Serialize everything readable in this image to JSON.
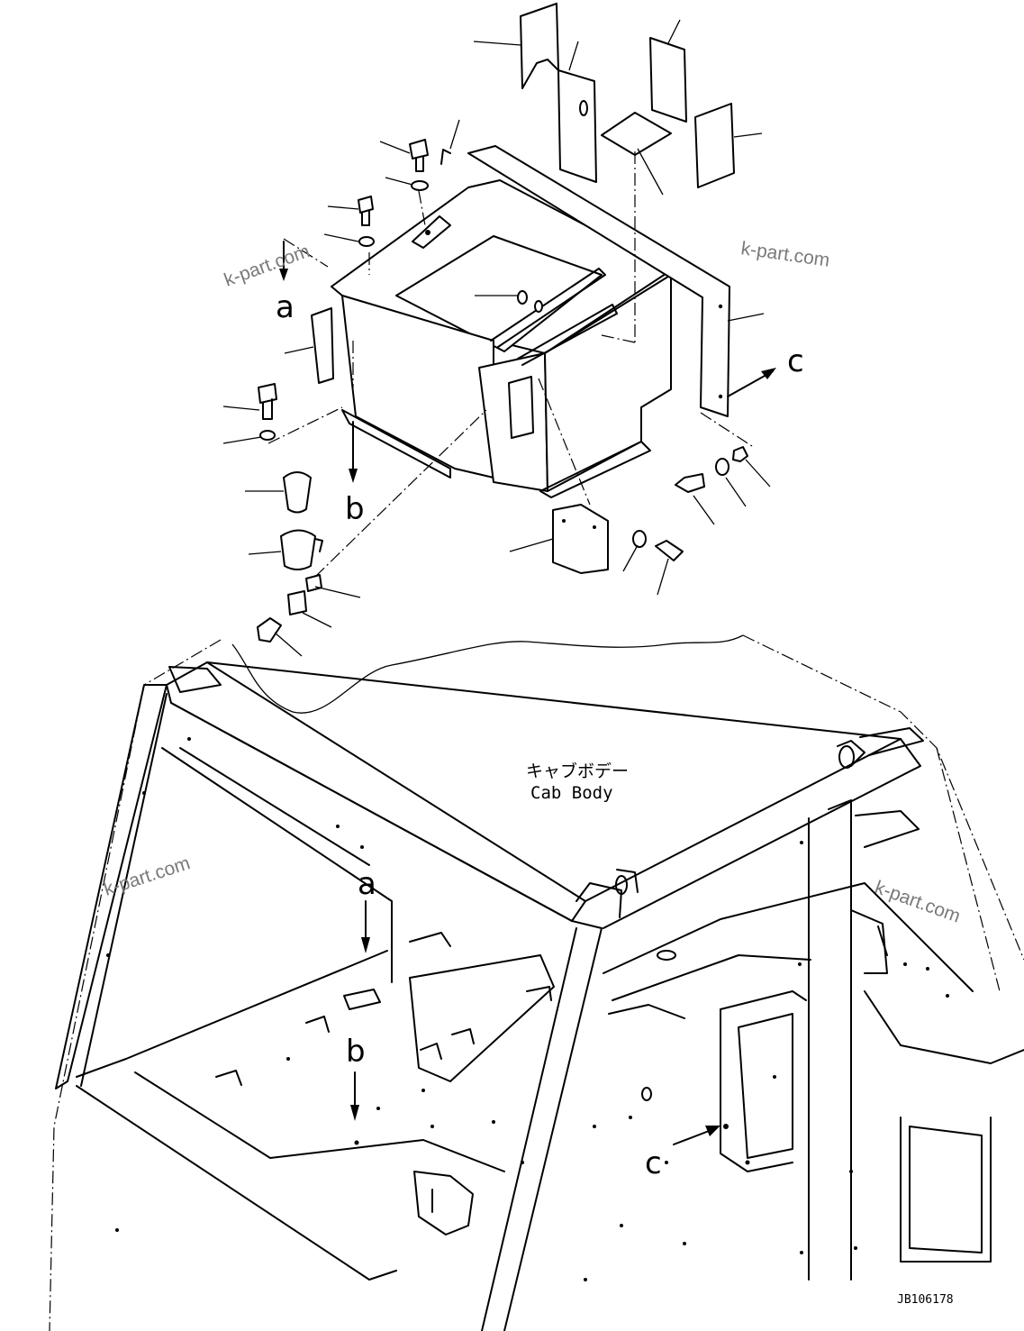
{
  "labels": {
    "ref_a": "a",
    "ref_b": "b",
    "ref_c": "c"
  },
  "caption": {
    "japanese": "キャブボデー",
    "english": "Cab Body"
  },
  "watermark": "k-part.com",
  "drawing_code": "JB106178"
}
